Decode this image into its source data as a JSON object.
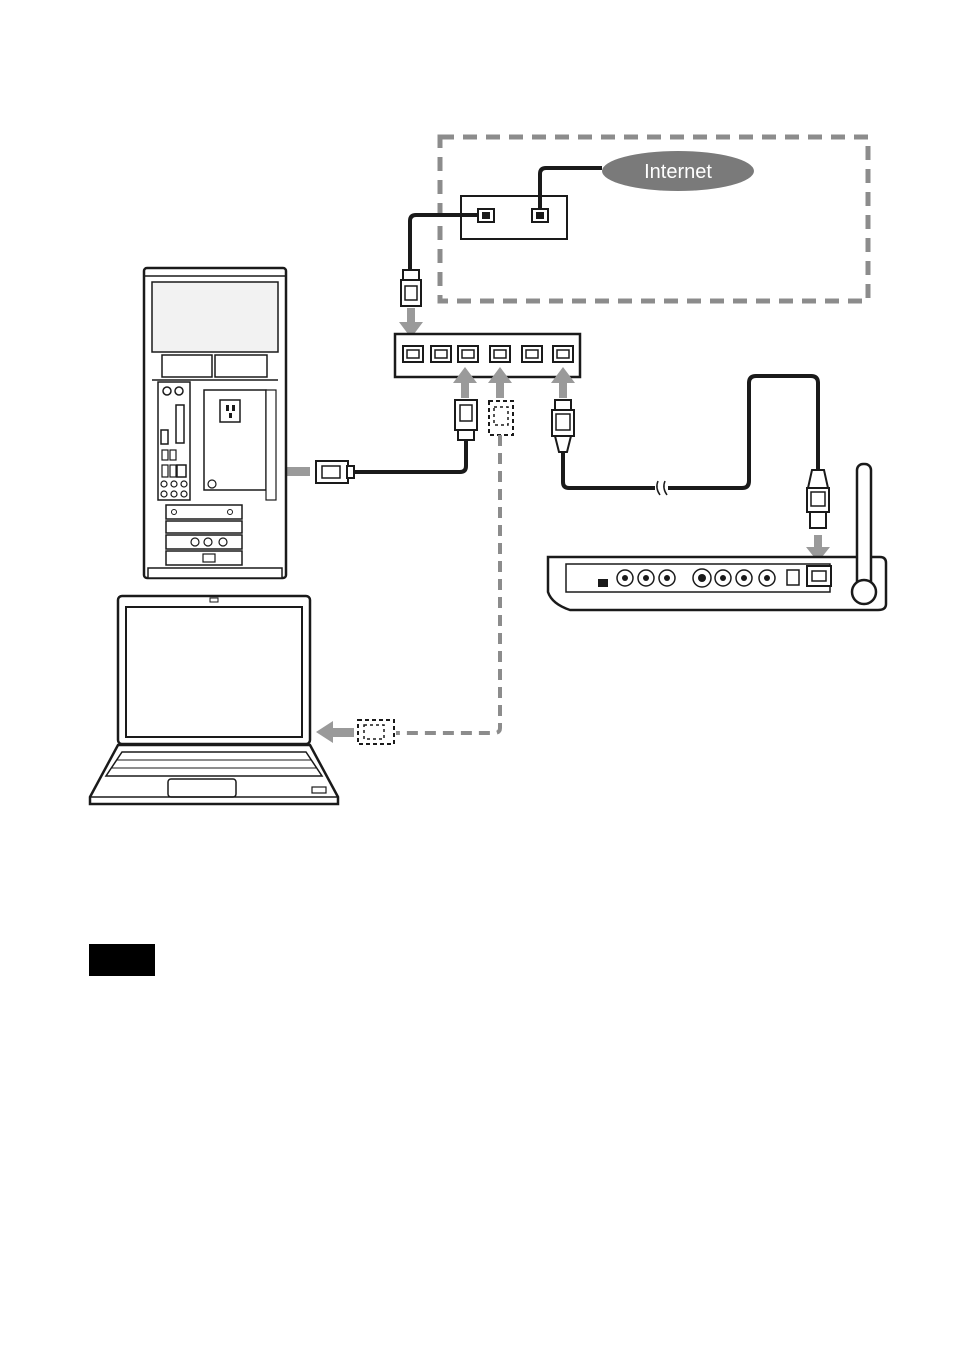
{
  "internet_label": "Internet",
  "note_badge_text": "",
  "colors": {
    "line": "#1a1a1a",
    "arrow": "#9a9a9a",
    "dashed_box": "#8c8c8c",
    "cloud": "#7a7a7a",
    "device_fill": "#ffffff",
    "panel_fill": "#f2f2f2",
    "note_badge": "#000000"
  },
  "devices": [
    "modem",
    "hub",
    "desktop-pc",
    "laptop",
    "wireless-base-station"
  ]
}
